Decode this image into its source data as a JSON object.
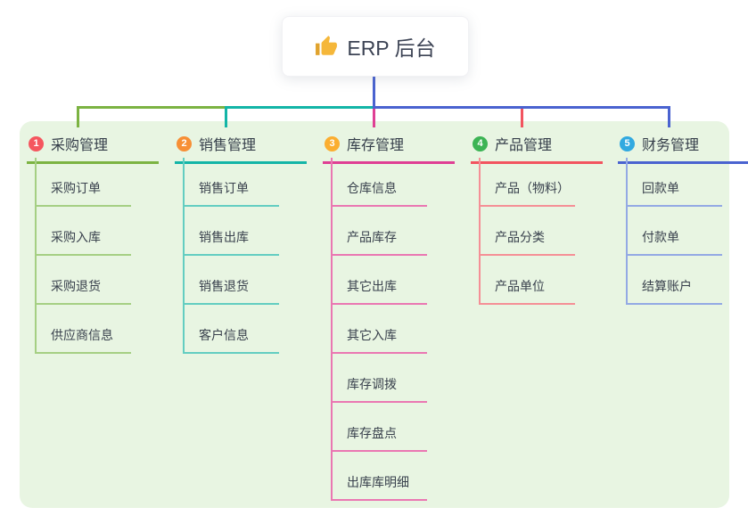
{
  "root": {
    "icon": "thumbs-up-icon",
    "label": "ERP 后台"
  },
  "colors": {
    "green": "#7cb342",
    "teal": "#13b5a7",
    "magenta": "#df3f94",
    "red": "#f2545f",
    "blue": "#4a63d0",
    "panel_bg": "#e8f5e2",
    "icon_gold": "#f5b73a"
  },
  "branches": [
    {
      "num": "1",
      "label": "采购管理",
      "badge": "#f5565f",
      "line": "#7cb342",
      "subline": "#a5cf83",
      "items": [
        "采购订单",
        "采购入库",
        "采购退货",
        "供应商信息"
      ]
    },
    {
      "num": "2",
      "label": "销售管理",
      "badge": "#f78f35",
      "line": "#13b5a7",
      "subline": "#63cdc1",
      "items": [
        "销售订单",
        "销售出库",
        "销售退货",
        "客户信息"
      ]
    },
    {
      "num": "3",
      "label": "库存管理",
      "badge": "#fbae30",
      "line": "#df3f94",
      "subline": "#ea77b2",
      "items": [
        "仓库信息",
        "产品库存",
        "其它出库",
        "其它入库",
        "库存调拨",
        "库存盘点",
        "出库库明细"
      ]
    },
    {
      "num": "4",
      "label": "产品管理",
      "badge": "#3cb454",
      "line": "#f2545f",
      "subline": "#f58f96",
      "items": [
        "产品（物料）",
        "产品分类",
        "产品单位"
      ]
    },
    {
      "num": "5",
      "label": "财务管理",
      "badge": "#31a9e0",
      "line": "#4a63d0",
      "subline": "#93a9e4",
      "items": [
        "回款单",
        "付款单",
        "结算账户"
      ]
    }
  ]
}
